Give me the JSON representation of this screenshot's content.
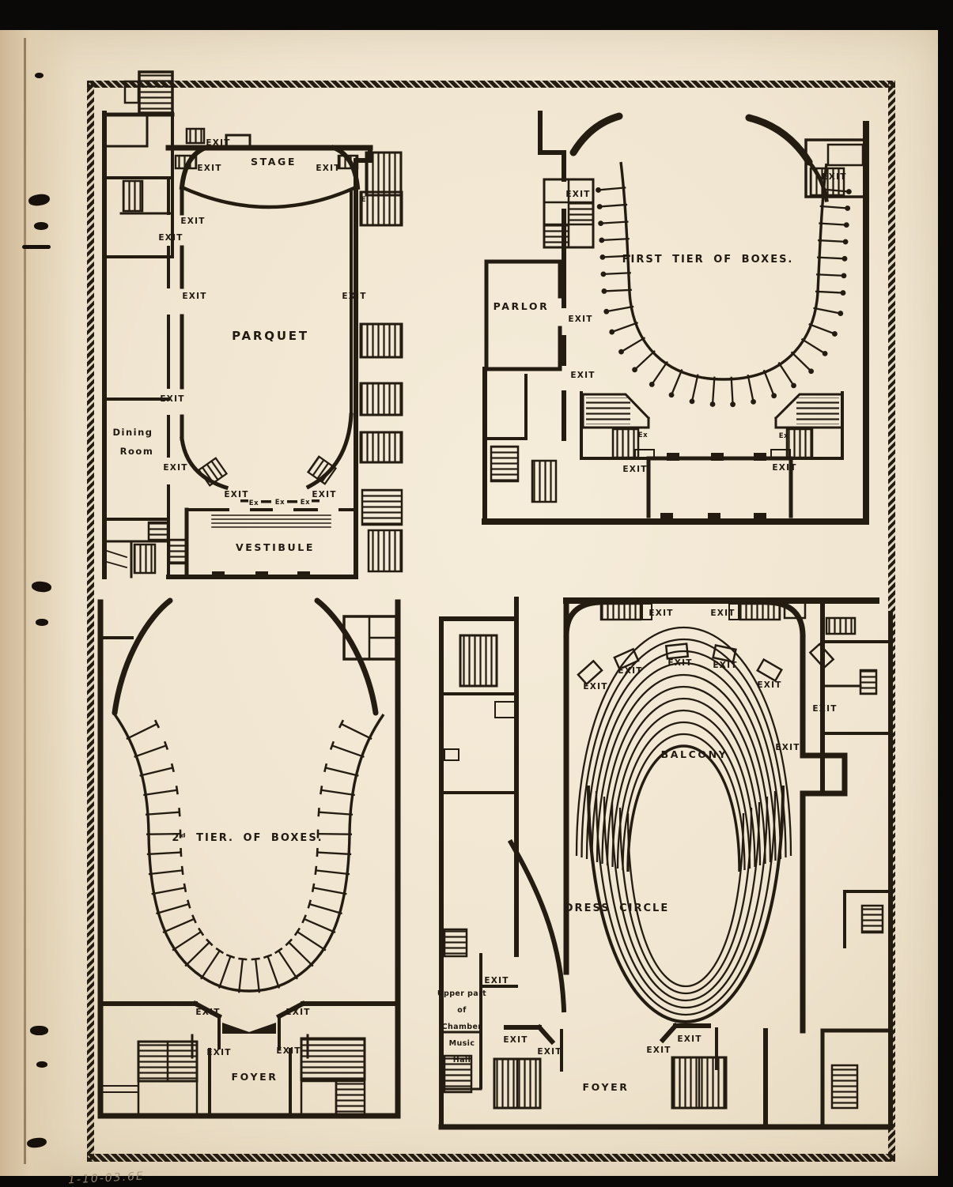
{
  "page": {
    "handwritten_note": "1-10-03.6E"
  },
  "labels": {
    "exit": "EXIT",
    "ex": "Ex",
    "e": "E"
  },
  "plans": {
    "parquet": {
      "stage": "STAGE",
      "title": "PARQUET",
      "dining_room": [
        "Dining",
        "Room"
      ],
      "vestibule": "VESTIBULE"
    },
    "first_tier": {
      "title": "FIRST TIER OF BOXES.",
      "parlor": "PARLOR"
    },
    "second_tier": {
      "title": "2ᵈ TIER. OF BOXES.",
      "foyer": "FOYER"
    },
    "balcony": {
      "title": "BALCONY",
      "dress_circle": "DRESS CIRCLE",
      "upper_part": [
        "Upper part",
        "of",
        "Chamber",
        "Music",
        "Hall"
      ],
      "foyer": "FOYER"
    }
  }
}
